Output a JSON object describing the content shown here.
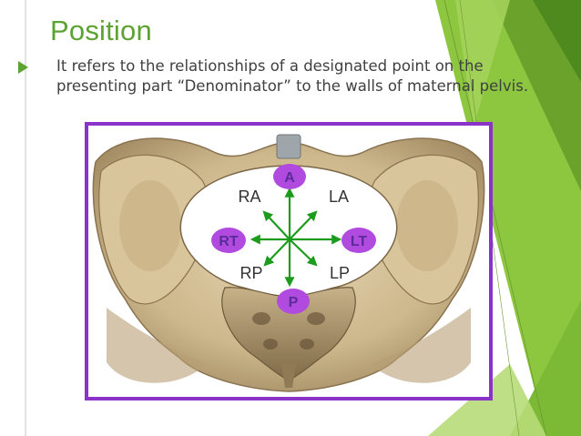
{
  "slide": {
    "title": "Position",
    "body": "It refers to the relationships of a designated point on the presenting part “Denominator” to the walls of maternal pelvis."
  },
  "diagram": {
    "nodes": {
      "anterior": "A",
      "posterior": "P",
      "right_transverse": "RT",
      "left_transverse": "LT"
    },
    "labels": {
      "right_anterior": "RA",
      "left_anterior": "LA",
      "right_posterior": "RP",
      "left_posterior": "LP"
    }
  },
  "colors": {
    "title": "#5da332",
    "accent_green": "#8dc63f",
    "frame": "#8b32c9",
    "node_fill": "#b14be0",
    "arrow": "#1d9b1d"
  }
}
